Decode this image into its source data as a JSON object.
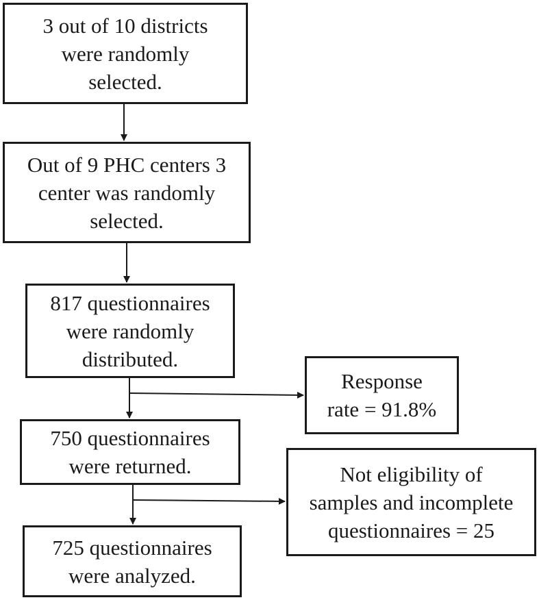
{
  "nodes": {
    "districts": {
      "text": "3 out of 10 districts\nwere randomly\nselected."
    },
    "phc": {
      "text": "Out of 9 PHC centers 3\ncenter was randomly\nselected."
    },
    "distributed": {
      "text": "817 questionnaires\nwere randomly\ndistributed."
    },
    "response_rate": {
      "text": "Response\nrate = 91.8%"
    },
    "returned": {
      "text": "750 questionnaires\nwere returned."
    },
    "excluded": {
      "text": "Not eligibility of\nsamples and incomplete\nquestionnaires = 25"
    },
    "analyzed": {
      "text": "725 questionnaires\nwere analyzed."
    }
  },
  "colors": {
    "stroke": "#1a1a1a",
    "background": "#ffffff"
  }
}
